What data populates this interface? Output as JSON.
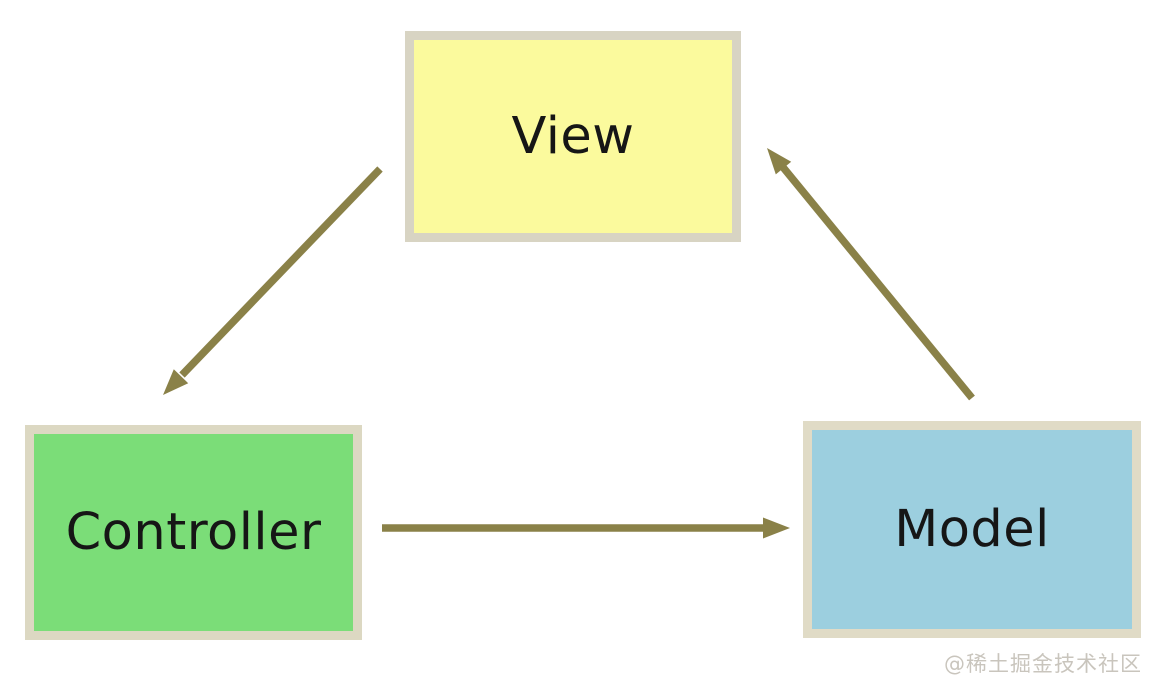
{
  "diagram": {
    "nodes": [
      {
        "id": "view",
        "label": "View",
        "fill": "#fbfa9d",
        "border": "#d8d4c3"
      },
      {
        "id": "controller",
        "label": "Controller",
        "fill": "#7bdd78",
        "border": "#dcd8c2"
      },
      {
        "id": "model",
        "label": "Model",
        "fill": "#9ccfdf",
        "border": "#e0dbc6"
      }
    ],
    "arrows": [
      {
        "from": "view",
        "to": "controller"
      },
      {
        "from": "controller",
        "to": "model"
      },
      {
        "from": "model",
        "to": "view"
      }
    ],
    "arrow_color": "#8a8148",
    "text_color": "#161616"
  },
  "watermark": {
    "text": "@稀土掘金技术社区",
    "color": "#c9c5bd"
  }
}
